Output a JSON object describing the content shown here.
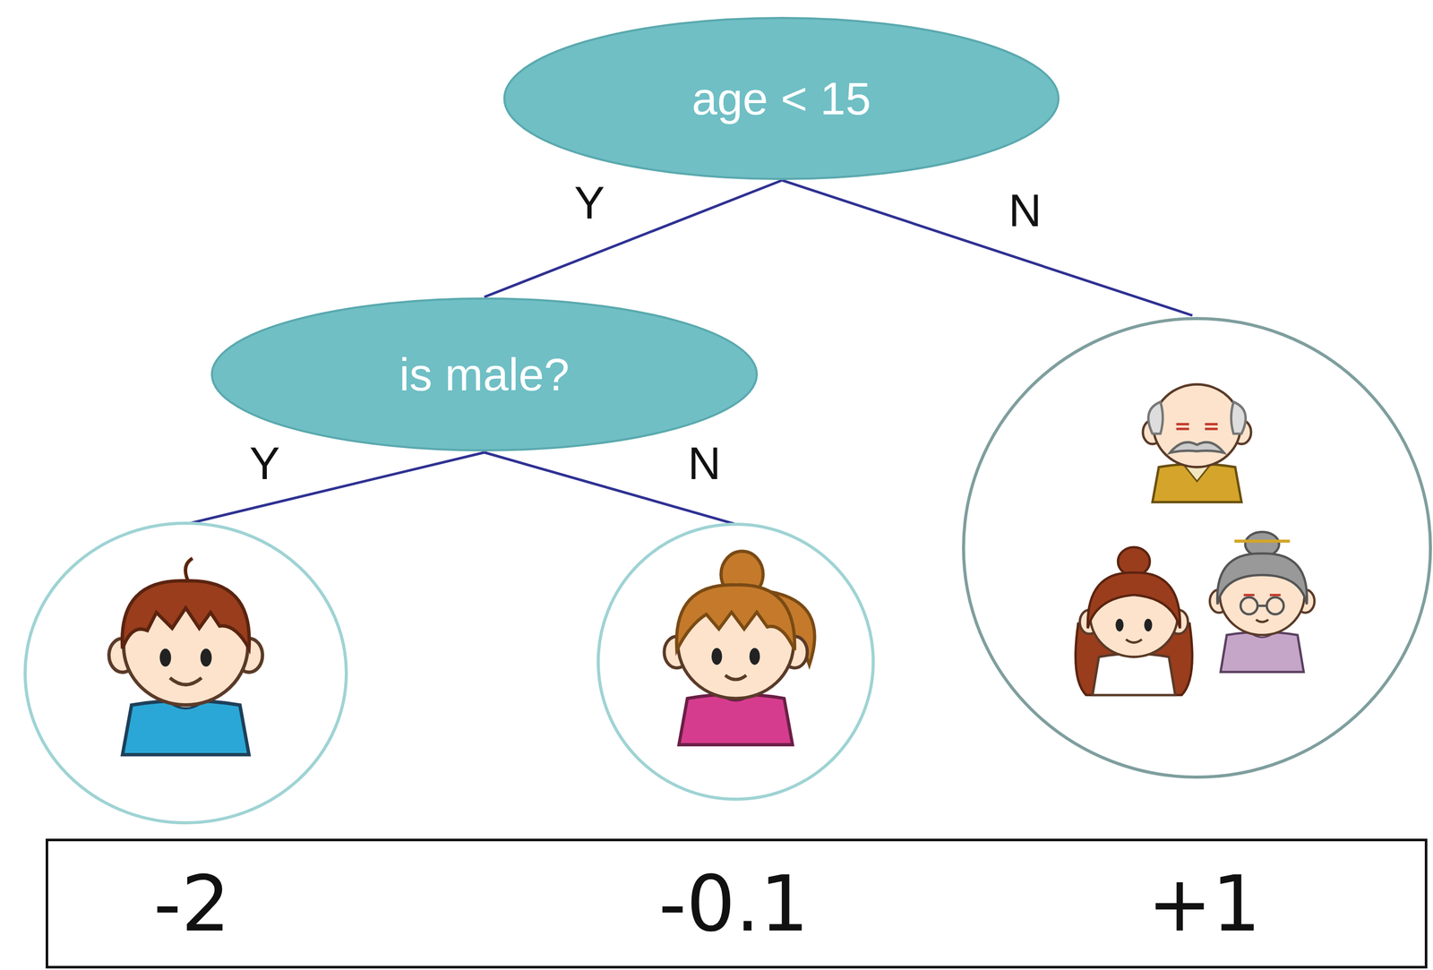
{
  "diagram": {
    "nodes": [
      {
        "text": [
          "age < 15"
        ]
      },
      {
        "text": [
          "is male?"
        ]
      },
      {
        "text": [
          "-2",
          "-0.1",
          "+1"
        ]
      }
    ],
    "edges": [
      {
        "from": 0,
        "to": 1,
        "label": "Y",
        "arrow": "none"
      }
    ],
    "labels": [
      "N",
      "Y",
      "N"
    ]
  }
}
